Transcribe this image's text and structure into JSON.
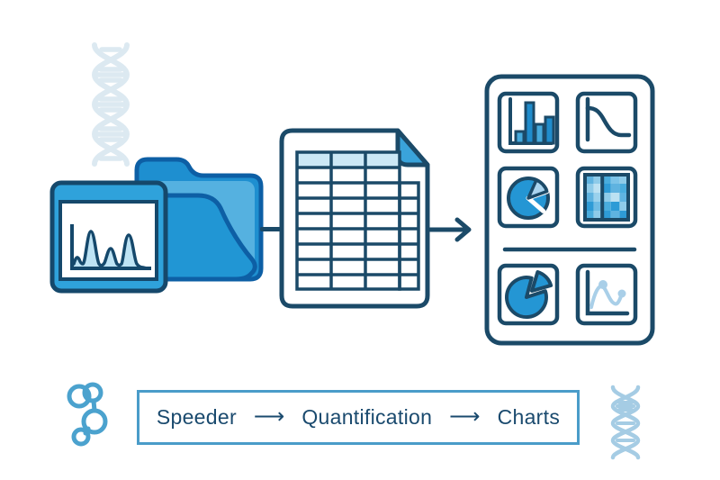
{
  "workflow": {
    "steps": [
      "Speeder",
      "Quantification",
      "Charts"
    ],
    "arrow_glyph": "⟶"
  },
  "palette": {
    "ink_outline": "#1B4A68",
    "text_navy": "#1A4A6E",
    "folder_outline": "#0D5FA5",
    "folder_blue": "#2196D4",
    "folder_back_blue": "#1E8FD0",
    "folder_inner_light": "#55B1E0",
    "window_blue": "#2FA2DB",
    "window_outline": "#15486B",
    "chromatogram_fill": "#BEE3F4",
    "table_header_blue": "#CBE8F6",
    "fold_corner_blue": "#3AA3DA",
    "chart_blue": "#2496D4",
    "bar_light_blue": "#45A9DC",
    "bar_dark_blue": "#1F8CCC",
    "pie_pale_wedge": "#A9D4EE",
    "lollipop_pale_blue": "#A9CFE8",
    "dna_watermark_blue": "#DCE9F1",
    "molecule_icon_blue": "#4BA2CE",
    "small_dna_pale_blue": "#A5CCE4",
    "label_box_border": "#4A9CC9"
  },
  "icons": {
    "dna_watermark": "dna-helix-watermark-icon",
    "folder": "folder-icon",
    "chromatogram_window": "chromatogram-window-icon",
    "spreadsheet_document": "spreadsheet-document-icon",
    "flow_arrow": "right-arrow-icon",
    "charts_panel": "charts-panel-icon",
    "panel_tiles": [
      "bar-chart-icon",
      "decay-curve-icon",
      "pie-chart-icon",
      "heatmap-icon",
      "exploded-pie-chart-icon",
      "line-dot-chart-icon"
    ],
    "molecule": "molecule-icon",
    "dna_small": "dna-helix-icon"
  }
}
